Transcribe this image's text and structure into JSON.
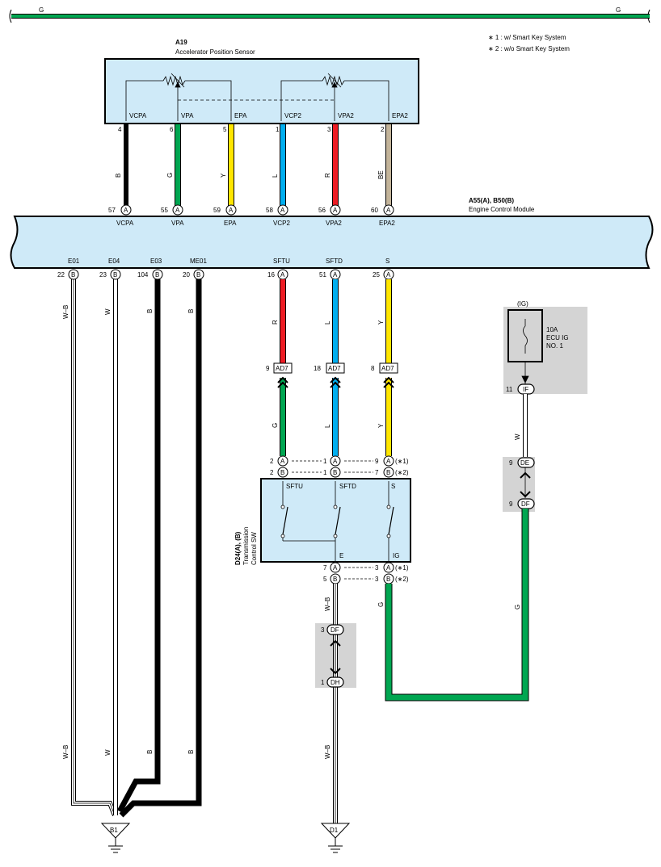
{
  "top_wire": {
    "left_label": "G",
    "right_label": "G",
    "color": "#00a651"
  },
  "notes": [
    "∗ 1 : w/ Smart Key System",
    "∗ 2 : w/o Smart Key System"
  ],
  "sensor": {
    "code": "A19",
    "name": "Accelerator Position Sensor",
    "terminals": [
      "VCPA",
      "VPA",
      "EPA",
      "VCP2",
      "VPA2",
      "EPA2"
    ],
    "pins": [
      "4",
      "6",
      "5",
      "1",
      "3",
      "2"
    ]
  },
  "sensor_wires": [
    {
      "label": "B",
      "color": "#231f20"
    },
    {
      "label": "G",
      "color": "#00a651"
    },
    {
      "label": "Y",
      "color": "#ffe600"
    },
    {
      "label": "L",
      "color": "#00aeef"
    },
    {
      "label": "R",
      "color": "#ed1c24"
    },
    {
      "label": "BE",
      "color": "#c3b49a"
    }
  ],
  "ecm": {
    "code": "A55(A), B50(B)",
    "name": "Engine Control Module",
    "top_pins": [
      {
        "num": "57",
        "conn": "A",
        "name": "VCPA"
      },
      {
        "num": "55",
        "conn": "A",
        "name": "VPA"
      },
      {
        "num": "59",
        "conn": "A",
        "name": "EPA"
      },
      {
        "num": "58",
        "conn": "A",
        "name": "VCP2"
      },
      {
        "num": "56",
        "conn": "A",
        "name": "VPA2"
      },
      {
        "num": "60",
        "conn": "A",
        "name": "EPA2"
      }
    ],
    "bottom_pins": [
      {
        "num": "22",
        "conn": "B",
        "name": "E01"
      },
      {
        "num": "23",
        "conn": "B",
        "name": "E04"
      },
      {
        "num": "104",
        "conn": "B",
        "name": "E03"
      },
      {
        "num": "20",
        "conn": "B",
        "name": "ME01"
      },
      {
        "num": "16",
        "conn": "A",
        "name": "SFTU"
      },
      {
        "num": "51",
        "conn": "A",
        "name": "SFTD"
      },
      {
        "num": "25",
        "conn": "A",
        "name": "S"
      }
    ]
  },
  "ground_wires": [
    {
      "label": "W–B",
      "color": "#ffffff"
    },
    {
      "label": "W",
      "color": "#ffffff"
    },
    {
      "label": "B",
      "color": "#231f20"
    },
    {
      "label": "B",
      "color": "#231f20"
    }
  ],
  "shift_wires_upper": [
    {
      "label": "R",
      "color": "#ed1c24"
    },
    {
      "label": "L",
      "color": "#00aeef"
    },
    {
      "label": "Y",
      "color": "#ffe600"
    }
  ],
  "ad7": {
    "name": "AD7",
    "pins": [
      "9",
      "18",
      "8"
    ]
  },
  "shift_wires_lower": [
    {
      "label": "G",
      "color": "#00a651"
    },
    {
      "label": "L",
      "color": "#00aeef"
    },
    {
      "label": "Y",
      "color": "#ffe600"
    }
  ],
  "switch": {
    "code": "D24(A), (B)",
    "name_line1": "Transmission",
    "name_line2": "Control SW",
    "terminals": [
      "SFTU",
      "SFTD",
      "S",
      "E",
      "IG"
    ],
    "top_pins_a": [
      "2",
      "1",
      "9"
    ],
    "top_pins_b": [
      "2",
      "1",
      "7"
    ],
    "bottom_pins_a": [
      "7",
      "3"
    ],
    "bottom_pins_b": [
      "5",
      "3"
    ],
    "note1": "(∗1)",
    "note2": "(∗2)"
  },
  "fuse": {
    "bus": "(IG)",
    "rating": "10A",
    "name": "ECU IG",
    "number": "NO. 1"
  },
  "connectors": {
    "IF": {
      "name": "IF",
      "pin": "11"
    },
    "DE": {
      "name": "DE",
      "pin": "9"
    },
    "DF_upper": {
      "name": "DF",
      "pin": "9"
    },
    "DF_lower": {
      "name": "DF",
      "pin": "3"
    },
    "DH": {
      "name": "DH",
      "pin": "1"
    }
  },
  "ig_wires": [
    {
      "label": "W",
      "color": "#ffffff"
    },
    {
      "label": "G",
      "color": "#00a651"
    }
  ],
  "switch_ground_wire": {
    "label": "W–B"
  },
  "ground_points": [
    "B1",
    "D1"
  ]
}
